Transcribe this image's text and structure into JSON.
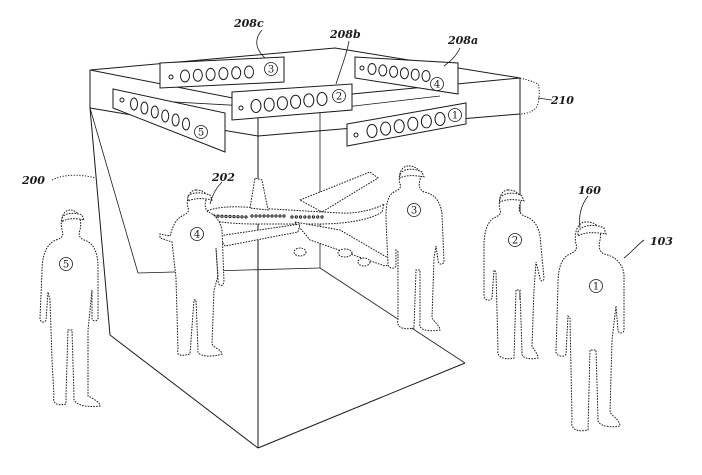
{
  "reference_labels": {
    "bar_208a": "208a",
    "bar_208b": "208b",
    "bar_208c": "208c",
    "bracket_210": "210",
    "enclosure_200": "200",
    "aircraft_202": "202",
    "headset_160": "160",
    "user_103": "103"
  },
  "person_markers": {
    "p1": "1",
    "p2": "2",
    "p3": "3",
    "p4": "4",
    "p5": "5"
  },
  "bar_markers": {
    "b1": "1",
    "b2": "2",
    "b3": "3",
    "b4": "4",
    "b5": "5"
  }
}
